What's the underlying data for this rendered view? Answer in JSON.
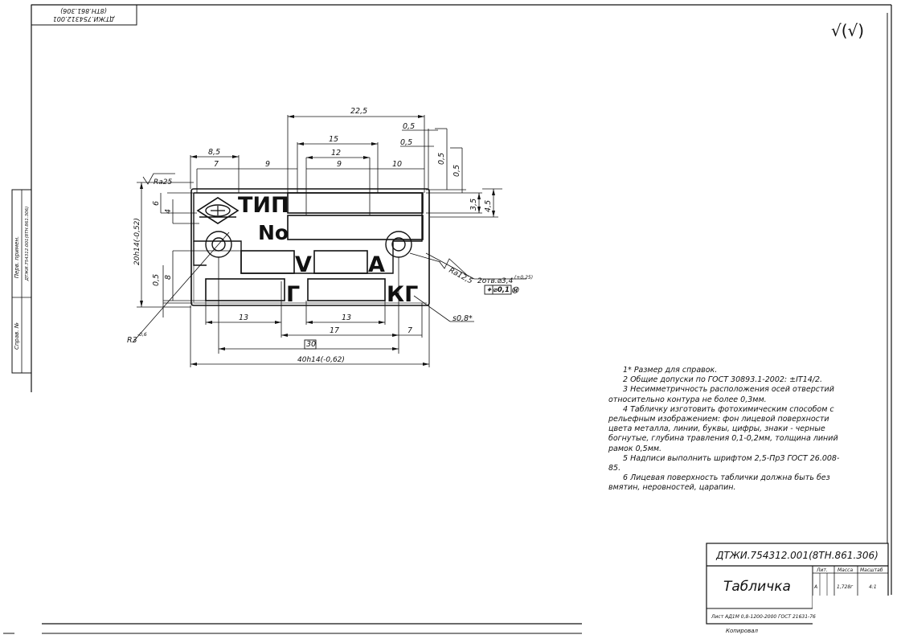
{
  "sheet": {
    "code_top": "ДТЖИ.754312.001",
    "code_top_alt": "(8ТН.861.306)",
    "roughness_general": "√(√)",
    "side_primary_use_label": "Перв. примен.",
    "side_primary_use_value": "ДТЖИ.754312.001(8ТН.861.306)",
    "side_ref_label": "Справ. №"
  },
  "drawing": {
    "plate_text": {
      "tip": "ТИП",
      "no": "No",
      "v": "V",
      "a": "А",
      "g": "Г",
      "kg": "КГ"
    },
    "dims": {
      "d22_5": "22,5",
      "d0_5_a": "0,5",
      "d0_5_b": "0,5",
      "d15": "15",
      "d12": "12",
      "d8_5": "8,5",
      "d7_top": "7",
      "d9_a": "9",
      "d9_b": "9",
      "d10": "10",
      "v0_5_a": "0,5",
      "v0_5_b": "0,5",
      "v3_5": "3,5",
      "v4_5": "4,5",
      "v6": "6",
      "v4": "4",
      "v8": "8",
      "v0_5_left": "0,5",
      "v20": "20h14(-0,52)",
      "ra25": "Ra25",
      "ra12_5": "Ra12,5",
      "holes": "2отв.⌀3,4",
      "holes_tol": "(+0,25)",
      "position_tol": "⌖ ⌀0,1 Ⓜ",
      "s0_8": "s0,8*",
      "r3": "R3",
      "r3_tol": "-0,6",
      "d13_a": "13",
      "d13_b": "13",
      "d17": "17",
      "d7_bottom": "7",
      "d30": "30",
      "d40": "40h14(-0,62)"
    }
  },
  "notes": [
    "1* Размер для справок.",
    "2 Общие допуски по ГОСТ 30893.1-2002: ±IT14/2.",
    "3 Несимметричность расположения осей отверстий относительно контура не более 0,3мм.",
    "4 Табличку изготовить фотохимическим способом с рельефным изображением: фон лицевой поверхности цвета металла, линии, буквы, цифры, знаки - черные богнутые, глубина травления 0,1-0,2мм, толщина линий рамок 0,5мм.",
    "5 Надписи выполнить шрифтом 2,5-ПрЗ ГОСТ 26.008-85.",
    "6 Лицевая поверхность таблички должна быть без вмятин, неровностей, царапин."
  ],
  "title_block": {
    "designation": "ДТЖИ.754312.001(8ТН.861.306)",
    "name": "Табличка",
    "lit_header": "Лит.",
    "mass_header": "Масса",
    "scale_header": "Масштаб",
    "lit_value": "А",
    "mass_value": "1,728г",
    "scale_value": "4:1",
    "material": "Лист АД1М 0,8-1200-2000 ГОСТ 21631-76",
    "copied": "Копировал"
  }
}
